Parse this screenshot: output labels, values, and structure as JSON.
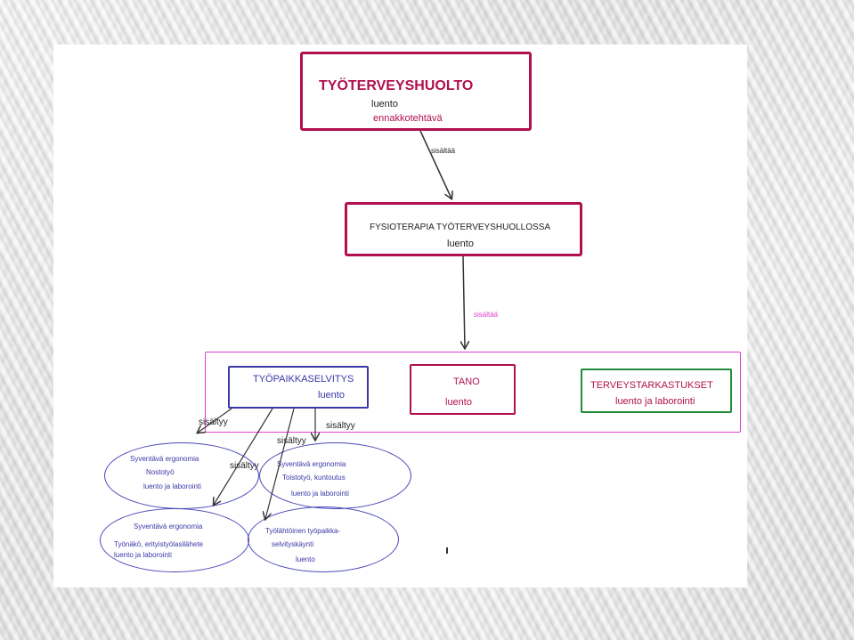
{
  "top_box": {
    "title": "TYÖTERVEYSHUOLTO",
    "line1": "luento",
    "line2": "ennakkotehtävä"
  },
  "arrow1_label": "sisältää",
  "middle_box": {
    "title": "FYSIOTERAPIA TYÖTERVEYSHUOLLOSSA",
    "line1": "luento"
  },
  "arrow2_label": "sisältää",
  "group": {
    "box_a": {
      "title": "TYÖPAIKKASELVITYS",
      "line1": "luento"
    },
    "box_b": {
      "title": "TANO",
      "line1": "luento"
    },
    "box_c": {
      "title": "TERVEYSTARKASTUKSET",
      "line1": "luento ja laborointi"
    }
  },
  "sisaltyy_labels": [
    "sisältyy",
    "sisältyy",
    "sisältyy",
    "sisältyy"
  ],
  "ellipses": {
    "e1": {
      "line1": "Syventävä ergonomia",
      "line2": "Nostotyö",
      "line3": "luento ja laborointi"
    },
    "e2": {
      "line1": "Syventävä ergonomia",
      "line2": "Toistotyö, kuntoutus",
      "line3": "luento ja laborointi"
    },
    "e3": {
      "line1": "Syventävä ergonomia",
      "line2": "Työnäkö, erityistyölasilähete",
      "line3": "luento ja laborointi"
    },
    "e4": {
      "line1": "Työlähtöinen työpaikka-",
      "line2": "selvityskäynti",
      "line3": "luento"
    }
  },
  "colors": {
    "crimson": "#b0104e",
    "magenta": "#e040d0",
    "navy": "#3a37a6",
    "green": "#1f8a3a"
  }
}
